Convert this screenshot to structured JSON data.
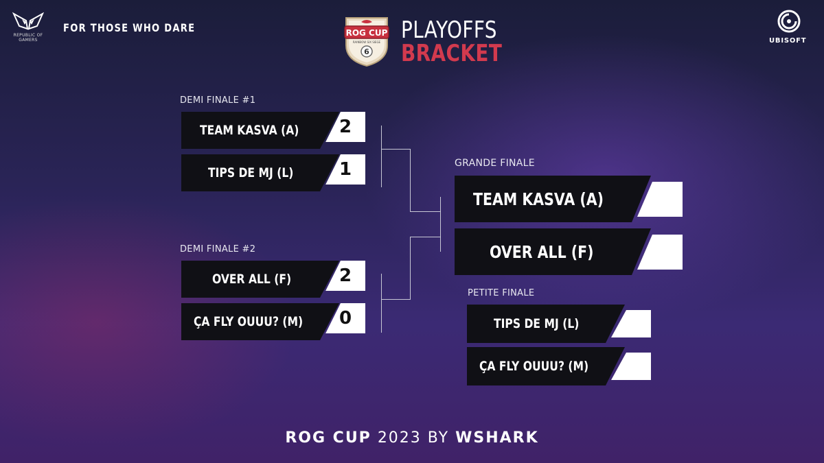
{
  "header": {
    "brand_subtitle": "REPUBLIC OF GAMERS",
    "tagline": "FOR THOSE WHO DARE",
    "emblem_text": "ROG CUP",
    "emblem_sub": "RAINBOW SIX SIEGE",
    "title_line1": "PLAYOFFS",
    "title_line2": "BRACKET",
    "partner": "UBISOFT"
  },
  "semi1": {
    "label": "DEMI FINALE #1",
    "team1": {
      "name": "TEAM KASVA (A)",
      "score": "2"
    },
    "team2": {
      "name": "TIPS DE MJ (L)",
      "score": "1"
    }
  },
  "semi2": {
    "label": "DEMI FINALE #2",
    "team1": {
      "name": "OVER ALL (F)",
      "score": "2"
    },
    "team2": {
      "name": "ÇA FLY OUUU? (M)",
      "score": "0"
    }
  },
  "grand_final": {
    "label": "GRANDE FINALE",
    "team1": {
      "name": "TEAM KASVA (A)",
      "score": ""
    },
    "team2": {
      "name": "OVER ALL (F)",
      "score": ""
    }
  },
  "petite_final": {
    "label": "PETITE FINALE",
    "team1": {
      "name": "TIPS DE MJ (L)",
      "score": ""
    },
    "team2": {
      "name": "ÇA FLY OUUU? (M)",
      "score": ""
    }
  },
  "footer": {
    "part1": "ROG CUP",
    "part2": "2023 BY",
    "part3": "WSHARK"
  },
  "colors": {
    "accent_red": "#d23a4e",
    "slot_bg": "#101015",
    "score_bg": "#ffffff"
  }
}
